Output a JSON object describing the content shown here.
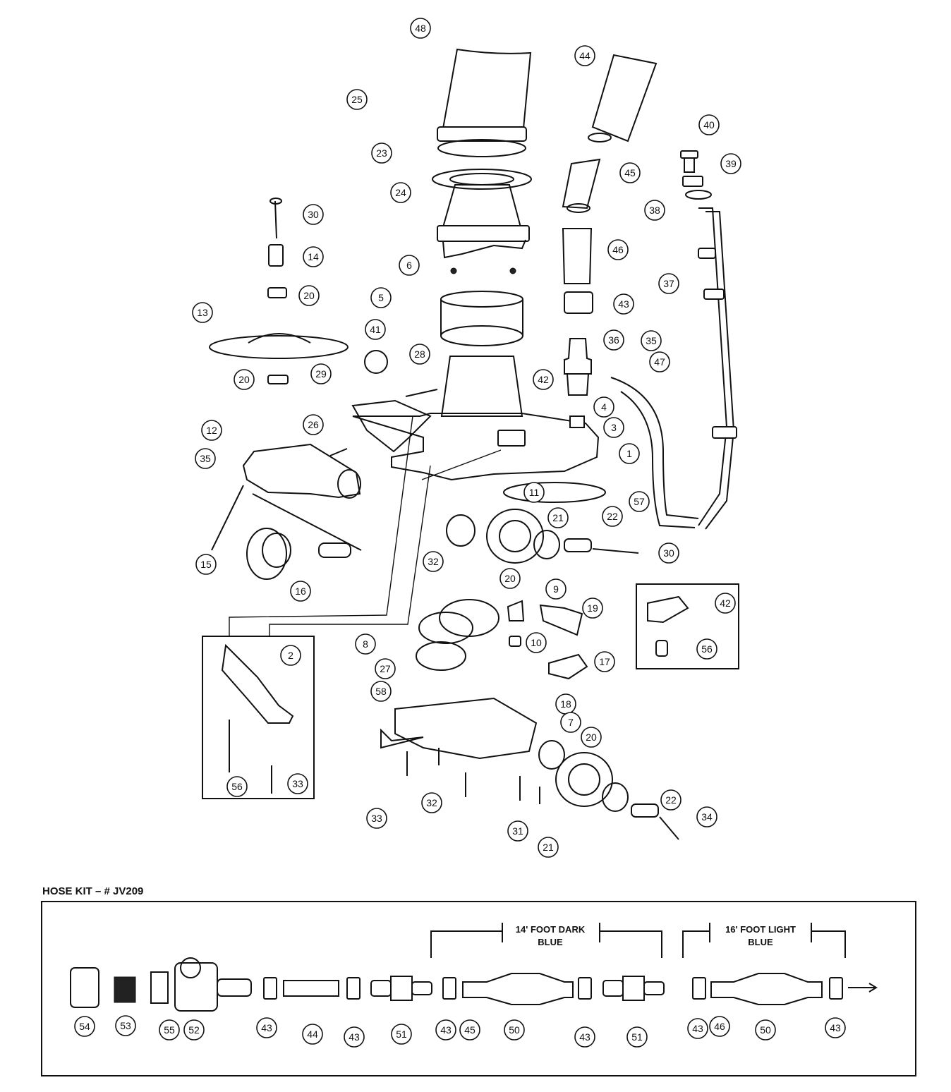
{
  "hose_kit": {
    "title": "HOSE KIT – # JV209",
    "bracket_dark": {
      "line1": "14' FOOT DARK",
      "line2": "BLUE"
    },
    "bracket_light": {
      "line1": "16' FOOT LIGHT",
      "line2": "BLUE"
    }
  },
  "callouts_main": [
    "48",
    "25",
    "44",
    "40",
    "39",
    "23",
    "24",
    "45",
    "38",
    "30",
    "14",
    "46",
    "6",
    "37",
    "20",
    "5",
    "43",
    "13",
    "41",
    "36",
    "35",
    "28",
    "47",
    "42",
    "4",
    "20",
    "29",
    "3",
    "1",
    "26",
    "12",
    "35",
    "11",
    "57",
    "21",
    "22",
    "32",
    "30",
    "15",
    "16",
    "20",
    "9",
    "19",
    "42",
    "8",
    "10",
    "2",
    "27",
    "17",
    "56",
    "58",
    "18",
    "7",
    "20",
    "33",
    "56",
    "32",
    "22",
    "34",
    "33",
    "31",
    "21"
  ],
  "callouts_kit": [
    "54",
    "53",
    "55",
    "52",
    "43",
    "44",
    "43",
    "51",
    "43",
    "45",
    "50",
    "43",
    "51",
    "43",
    "46",
    "50",
    "43"
  ]
}
